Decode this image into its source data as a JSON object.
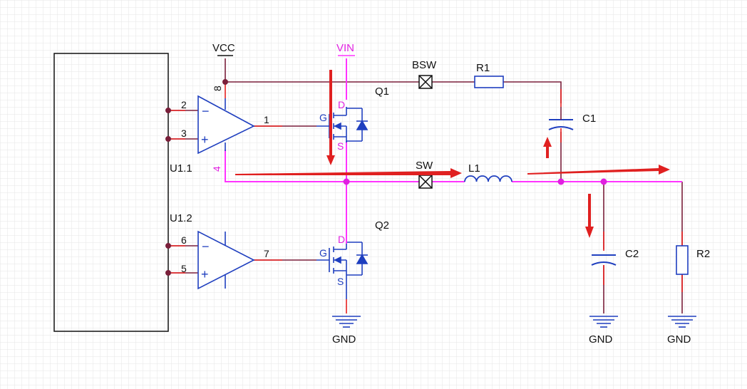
{
  "colors": {
    "grid": "#dcdcdc",
    "dark_wire": "#7a1f3a",
    "pink_wire": "#ff33ff",
    "red_pin": "#e62020",
    "blue_symbol": "#1f3fbf",
    "arrow": "#e02020"
  },
  "nets": {
    "vcc": "VCC",
    "vin": "VIN",
    "bsw": "BSW",
    "sw": "SW",
    "gnd_q2": "GND",
    "gnd_c2": "GND",
    "gnd_r2": "GND"
  },
  "components": {
    "u1_1": "U1.1",
    "u1_2": "U1.2",
    "q1": "Q1",
    "q2": "Q2",
    "r1": "R1",
    "r2": "R2",
    "c1": "C1",
    "c2": "C2",
    "l1": "L1"
  },
  "pins": {
    "p2": "2",
    "p3": "3",
    "p1": "1",
    "p8": "8",
    "p4": "4",
    "p6": "6",
    "p5": "5",
    "p7": "7",
    "q1_g": "G",
    "q1_d": "D",
    "q1_s": "S",
    "q2_g": "G",
    "q2_d": "D",
    "q2_s": "S",
    "minus": "−",
    "plus": "+"
  }
}
